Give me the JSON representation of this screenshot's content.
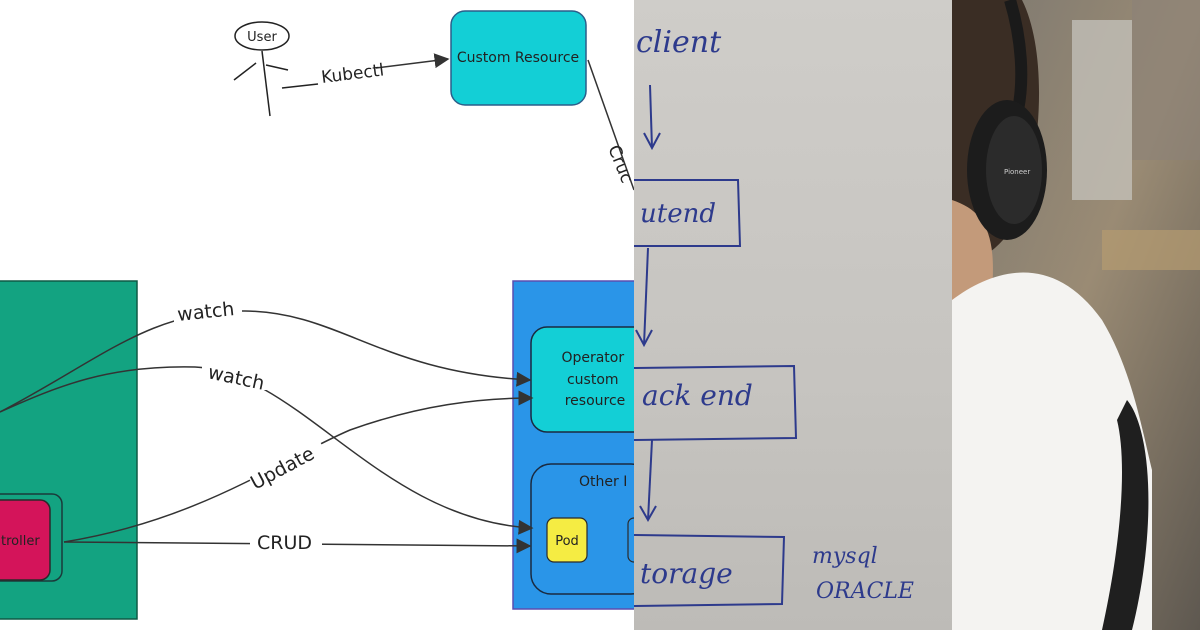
{
  "diagram": {
    "user_label": "User",
    "custom_resource_label": "Custom Resource",
    "edges": {
      "kubectl": "Kubectl",
      "crud_top": "Cruc",
      "watch_1": "watch",
      "watch_2": "watch",
      "update": "Update",
      "crud_bottom": "CRUD"
    },
    "controller_label": "troller",
    "operator_lines": [
      "Operator",
      "custom",
      "resource"
    ],
    "other_label": "Other I",
    "pod_label": "Pod",
    "colors": {
      "green_box": "#13a381",
      "teal_box": "#13cfd6",
      "blue_box": "#2a95e8",
      "magenta_box": "#d4145a",
      "pod_yellow": "#f5ec43"
    }
  },
  "whiteboard": {
    "client": "client",
    "frontend": "utend",
    "backend": "ack end",
    "storage": "torage",
    "db_1": "mysql",
    "db_2": "ORACLE"
  },
  "photo": {
    "headphone_brand": "Pioneer"
  }
}
